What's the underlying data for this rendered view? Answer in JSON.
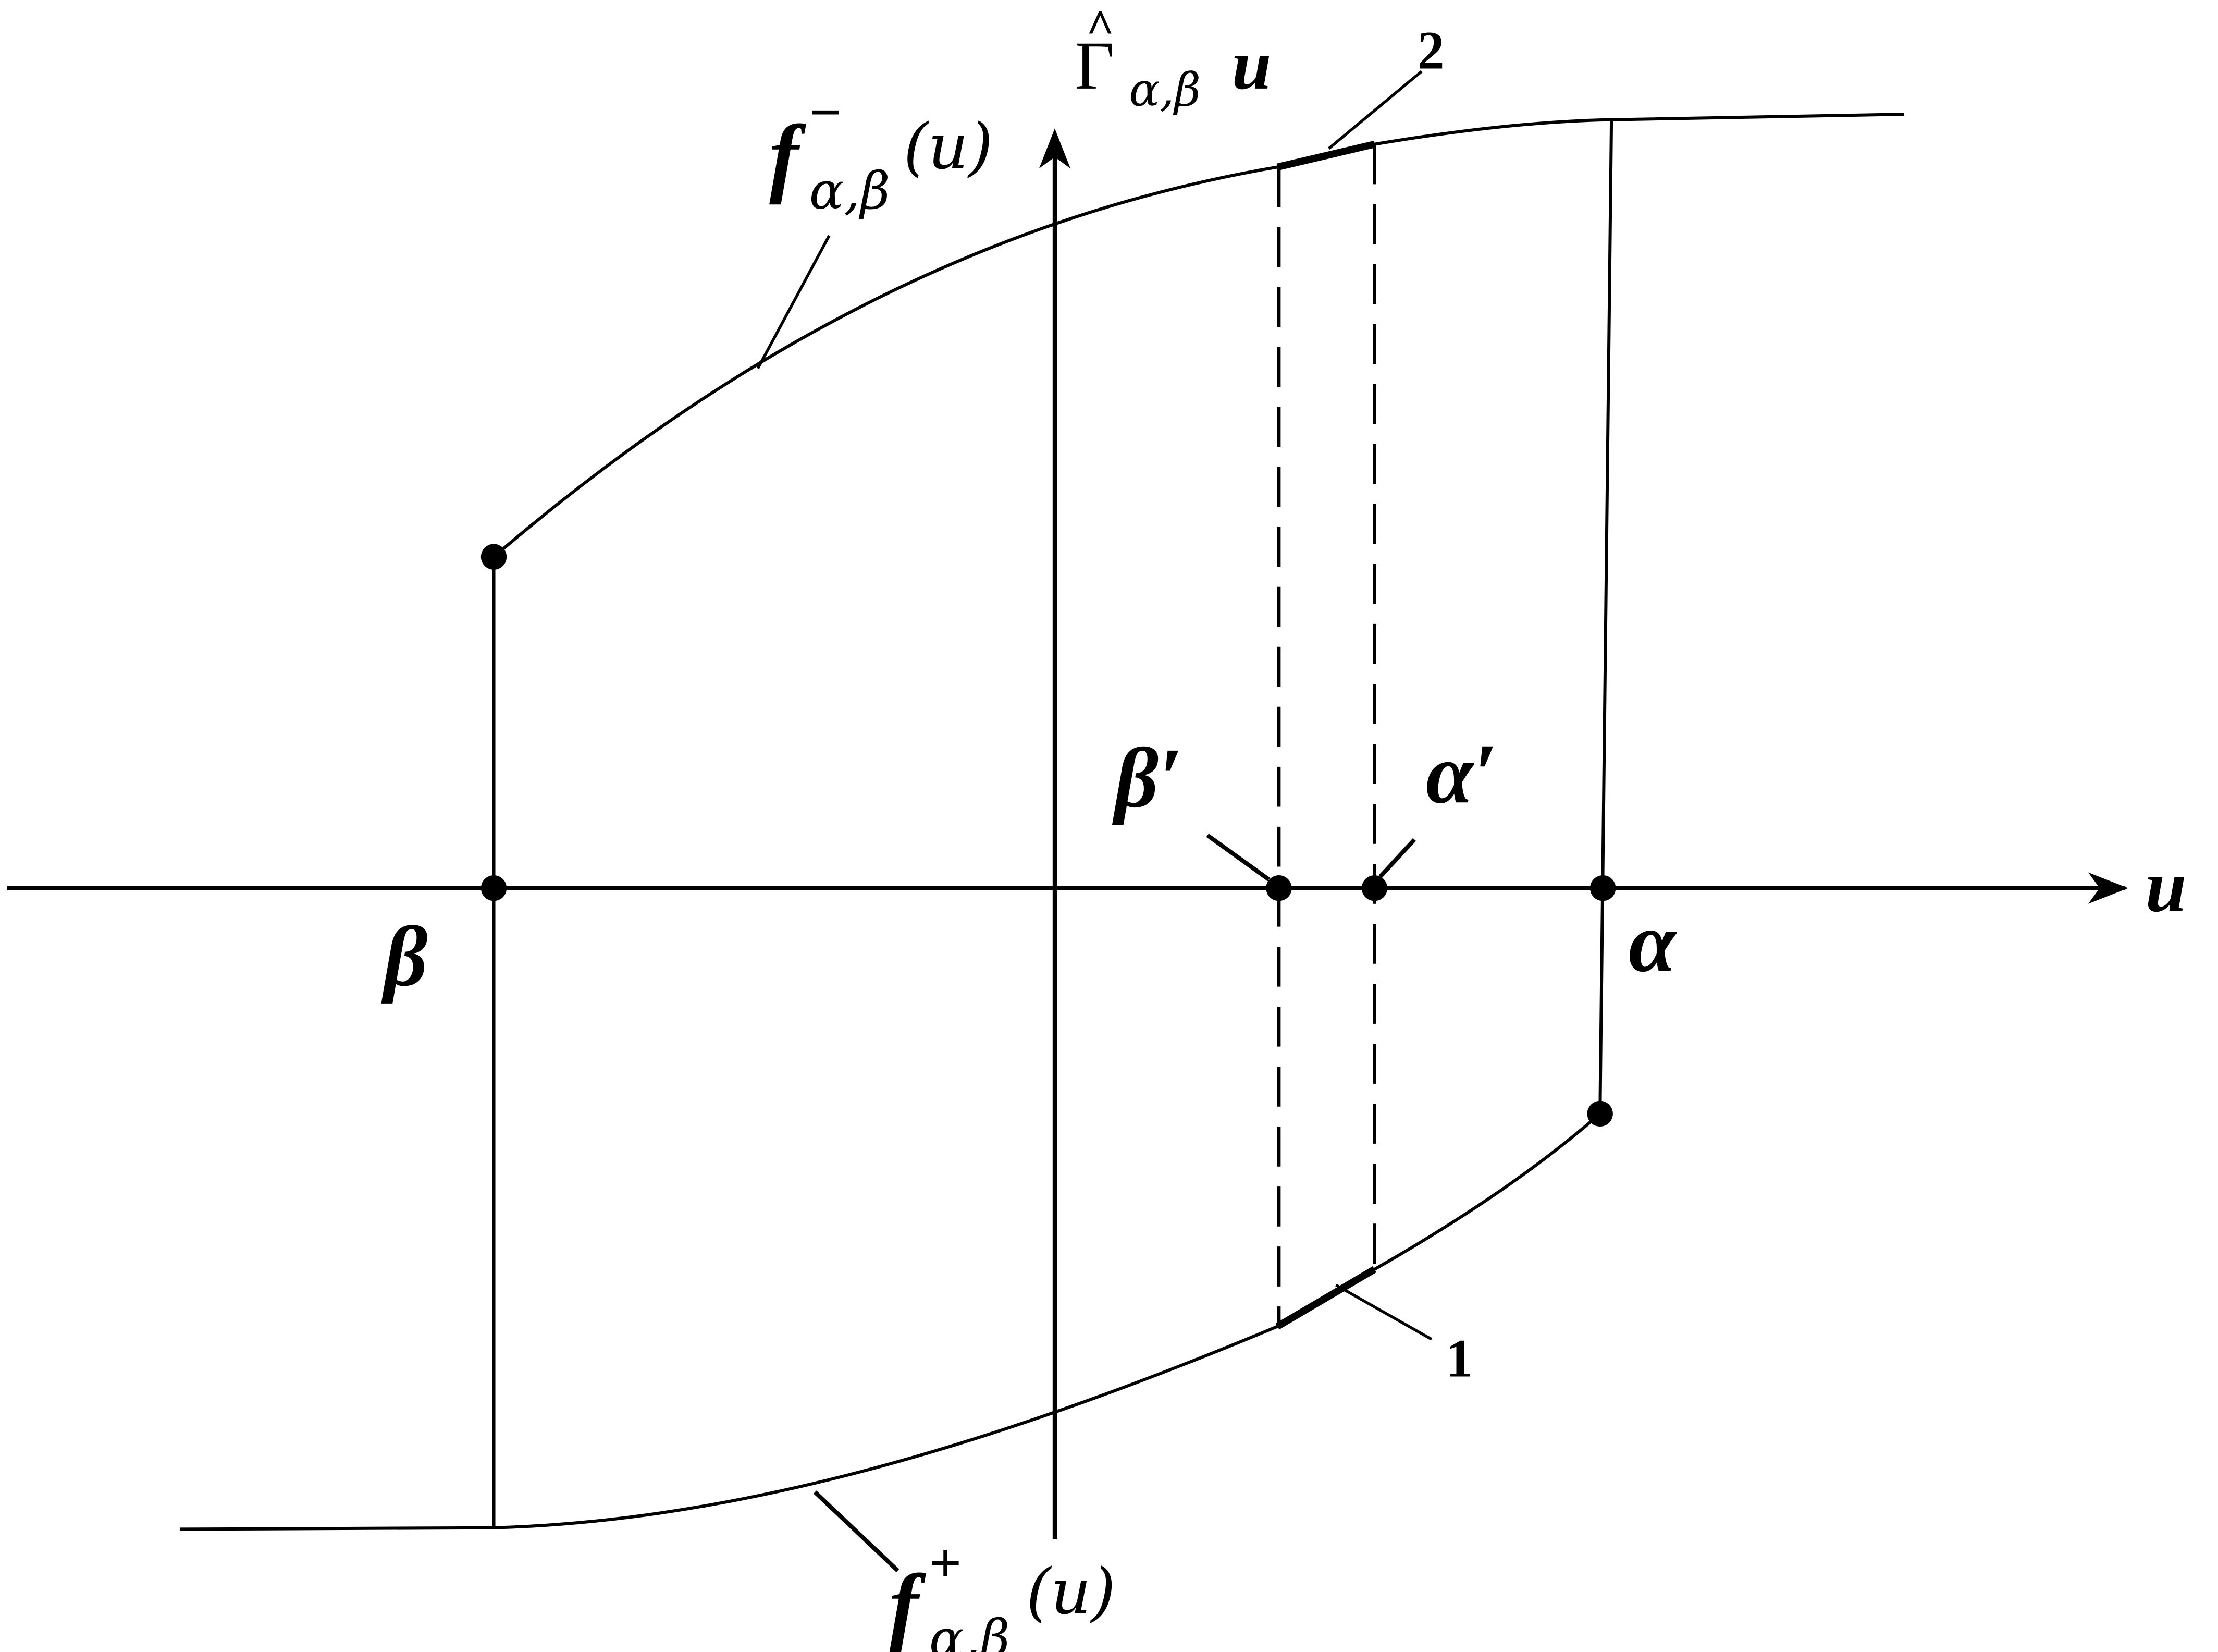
{
  "diagram": {
    "y_axis": {
      "base": "Γ",
      "hat": "^",
      "subscript": "α,β",
      "var": "u"
    },
    "x_axis": {
      "label": "u"
    },
    "points": {
      "beta": "β",
      "alpha": "α",
      "beta_prime": "β′",
      "alpha_prime": "α′"
    },
    "curves": {
      "upper": {
        "f": "f",
        "sup": "−",
        "sub": "α,β",
        "arg": "(u)"
      },
      "lower": {
        "f": "f",
        "sup": "+",
        "sub": "α,β",
        "arg": "(u)"
      }
    },
    "callouts": {
      "one": "1",
      "two": "2"
    },
    "colors": {
      "line": "#000000",
      "background": "#ffffff"
    }
  }
}
